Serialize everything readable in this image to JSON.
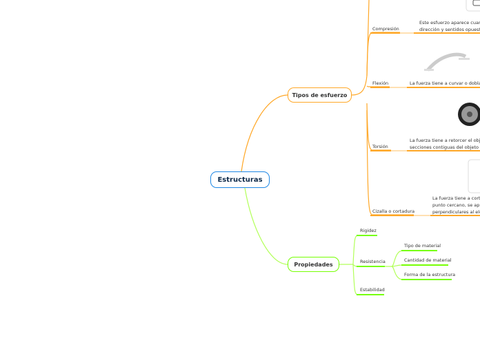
{
  "root": {
    "label": "Estructuras",
    "color": "#1e88e5"
  },
  "branches": [
    {
      "label": "Tipos de esfuerzo",
      "color": "#ffa726",
      "children": [
        {
          "label": "Compresión",
          "description": [
            "Este esfuerzo aparece cuando l",
            "dirección y sentidos opuestos e"
          ]
        },
        {
          "label": "Flexión",
          "description": [
            "La fuerza tiene a curvar o doblar el o"
          ]
        },
        {
          "label": "Torsión",
          "description": [
            "La fuerza tiene a retorcer el objeto, c",
            "secciones contiguas del objeto se de"
          ]
        },
        {
          "label": "Cizalla o cortadura",
          "description": [
            "La fuerza tiene a cortar e",
            "punto cercano, se aplica",
            "perpendiculares al elem"
          ]
        }
      ]
    },
    {
      "label": "Propiedades",
      "color": "#76ff03",
      "children": [
        {
          "label": "Rigidez"
        },
        {
          "label": "Resistencia",
          "children": [
            {
              "label": "Tipo de material"
            },
            {
              "label": "Cantidad de material"
            },
            {
              "label": "Forma de la estructura"
            }
          ]
        },
        {
          "label": "Estabilidad"
        }
      ]
    }
  ]
}
